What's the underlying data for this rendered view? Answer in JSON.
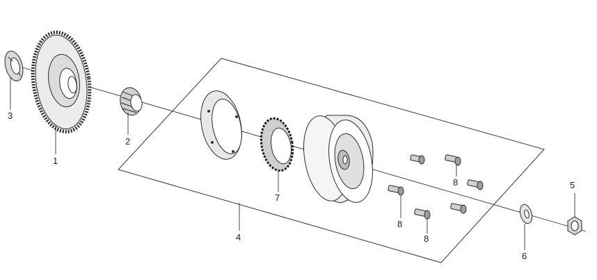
{
  "callouts": {
    "c1": "1",
    "c2": "2",
    "c3": "3",
    "c4": "4",
    "c5": "5",
    "c6": "6",
    "c7": "7",
    "c8a": "8",
    "c8b": "8",
    "c8c": "8"
  },
  "colors": {
    "line": "#333333",
    "part_fill": "#e6e6e6",
    "part_shade": "#b8b8b8",
    "background": "#ffffff"
  }
}
